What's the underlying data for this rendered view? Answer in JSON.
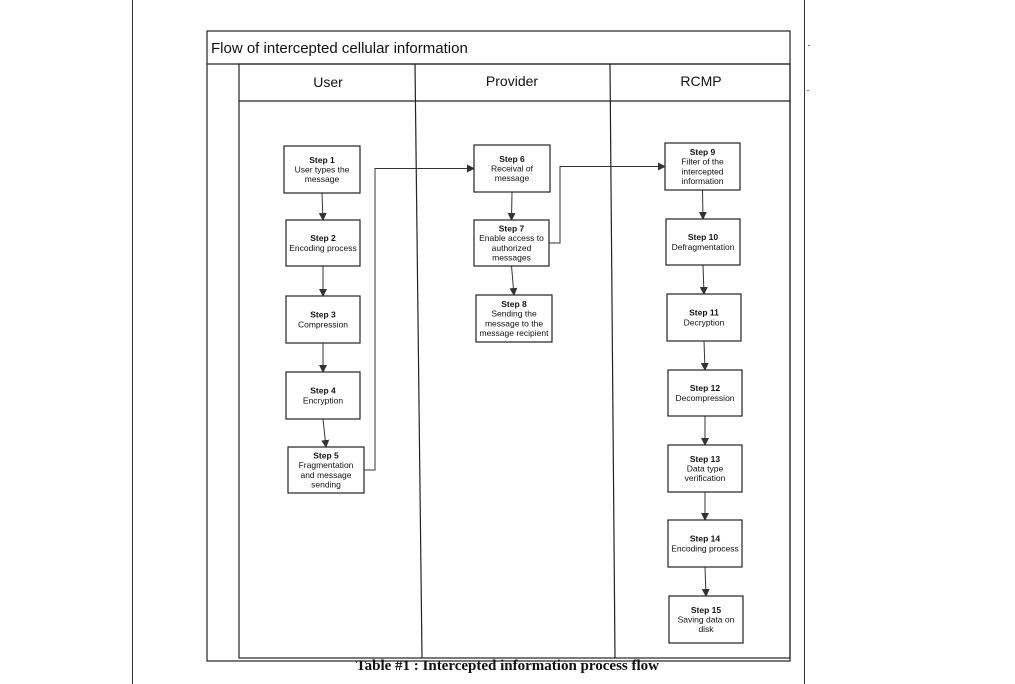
{
  "diagram": {
    "title": "Flow of intercepted cellular information",
    "lanes": [
      {
        "name": "User"
      },
      {
        "name": "Provider"
      },
      {
        "name": "RCMP"
      }
    ],
    "steps": [
      {
        "id": 1,
        "lane": 0,
        "lines": [
          "Step 1",
          "User types the",
          "message"
        ]
      },
      {
        "id": 2,
        "lane": 0,
        "lines": [
          "Step 2",
          "Encoding process"
        ]
      },
      {
        "id": 3,
        "lane": 0,
        "lines": [
          "Step 3",
          "Compression"
        ]
      },
      {
        "id": 4,
        "lane": 0,
        "lines": [
          "Step 4",
          "Encryption"
        ]
      },
      {
        "id": 5,
        "lane": 0,
        "lines": [
          "Step 5",
          "Fragmentation",
          "and message",
          "sending"
        ]
      },
      {
        "id": 6,
        "lane": 1,
        "lines": [
          "Step 6",
          "Receival of",
          "message"
        ]
      },
      {
        "id": 7,
        "lane": 1,
        "lines": [
          "Step 7",
          "Enable access to",
          "authorized",
          "messages"
        ]
      },
      {
        "id": 8,
        "lane": 1,
        "lines": [
          "Step 8",
          "Sending the",
          "message to the",
          "message recipient"
        ]
      },
      {
        "id": 9,
        "lane": 2,
        "lines": [
          "Step 9",
          "Filter of the",
          "intercepted",
          "information"
        ]
      },
      {
        "id": 10,
        "lane": 2,
        "lines": [
          "Step 10",
          "Defragmentation"
        ]
      },
      {
        "id": 11,
        "lane": 2,
        "lines": [
          "Step 11",
          "Decryption"
        ]
      },
      {
        "id": 12,
        "lane": 2,
        "lines": [
          "Step 12",
          "Decompression"
        ]
      },
      {
        "id": 13,
        "lane": 2,
        "lines": [
          "Step 13",
          "Data type",
          "verification"
        ]
      },
      {
        "id": 14,
        "lane": 2,
        "lines": [
          "Step 14",
          "Encoding process"
        ]
      },
      {
        "id": 15,
        "lane": 2,
        "lines": [
          "Step 15",
          "Saving data on",
          "disk"
        ]
      }
    ],
    "edges": [
      {
        "from": 1,
        "to": 2
      },
      {
        "from": 2,
        "to": 3
      },
      {
        "from": 3,
        "to": 4
      },
      {
        "from": 4,
        "to": 5
      },
      {
        "from": 5,
        "to": 6
      },
      {
        "from": 6,
        "to": 7
      },
      {
        "from": 7,
        "to": 8
      },
      {
        "from": 7,
        "to": 9
      },
      {
        "from": 9,
        "to": 10
      },
      {
        "from": 10,
        "to": 11
      },
      {
        "from": 11,
        "to": 12
      },
      {
        "from": 12,
        "to": 13
      },
      {
        "from": 13,
        "to": 14
      },
      {
        "from": 14,
        "to": 15
      }
    ]
  },
  "caption": "Table #1 : Intercepted information process flow"
}
